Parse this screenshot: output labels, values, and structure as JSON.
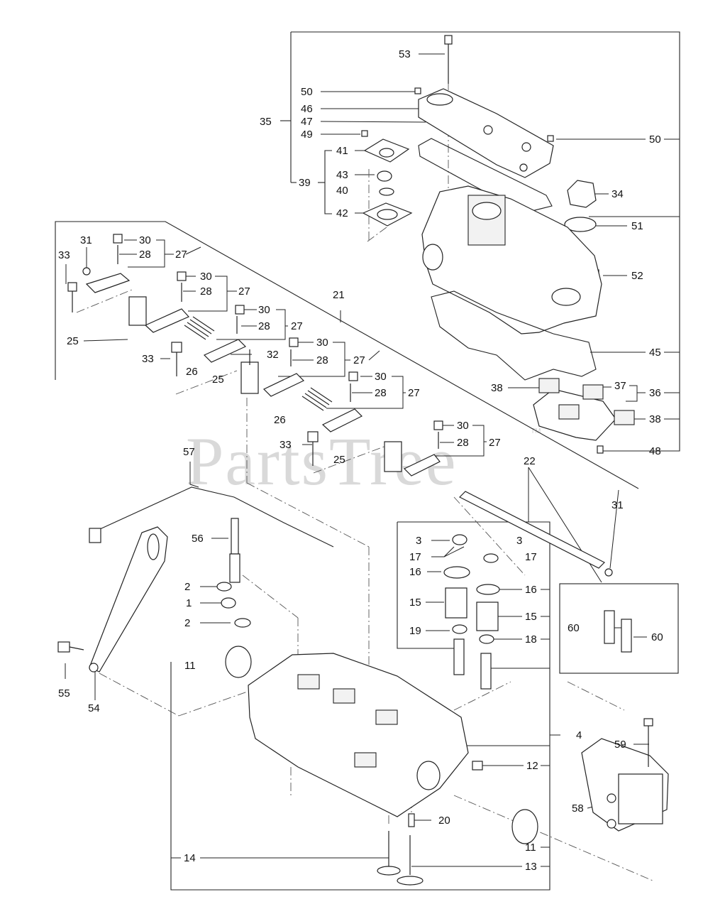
{
  "watermark": {
    "text": "PartsTree",
    "trademark": "TM"
  },
  "callouts": {
    "c53": "53",
    "c50a": "50",
    "c46": "46",
    "c35": "35",
    "c47": "47",
    "c49": "49",
    "c50b": "50",
    "c41": "41",
    "c43": "43",
    "c39": "39",
    "c40": "40",
    "c34": "34",
    "c42": "42",
    "c51": "51",
    "c52": "52",
    "c31a": "31",
    "c30a": "30",
    "c33a": "33",
    "c28a": "28",
    "c27a": "27",
    "c30b": "30",
    "c21": "21",
    "c28b": "28",
    "c27b": "27",
    "c25a": "25",
    "c30c": "30",
    "c28c": "28",
    "c27c": "27",
    "c30d": "30",
    "c33b": "33",
    "c32": "32",
    "c28d": "28",
    "c27d": "27",
    "c26a": "26",
    "c25b": "25",
    "c45": "45",
    "c30e": "30",
    "c38a": "38",
    "c37": "37",
    "c36": "36",
    "c28e": "28",
    "c27e": "27",
    "c26b": "26",
    "c38b": "38",
    "c30f": "30",
    "c33c": "33",
    "c28f": "28",
    "c27f": "27",
    "c25c": "25",
    "c48": "48",
    "c57": "57",
    "c22": "22",
    "c31b": "31",
    "c56": "56",
    "c3a": "3",
    "c17a": "17",
    "c3b": "3",
    "c16a": "16",
    "c17b": "17",
    "c2a": "2",
    "c16b": "16",
    "c15a": "15",
    "c1": "1",
    "c15b": "15",
    "c2b": "2",
    "c60a": "60",
    "c60b": "60",
    "c19": "19",
    "c18": "18",
    "c55": "55",
    "c11a": "11",
    "c54": "54",
    "c4": "4",
    "c59": "59",
    "c12": "12",
    "c58": "58",
    "c20": "20",
    "c11b": "11",
    "c14": "14",
    "c13": "13"
  }
}
